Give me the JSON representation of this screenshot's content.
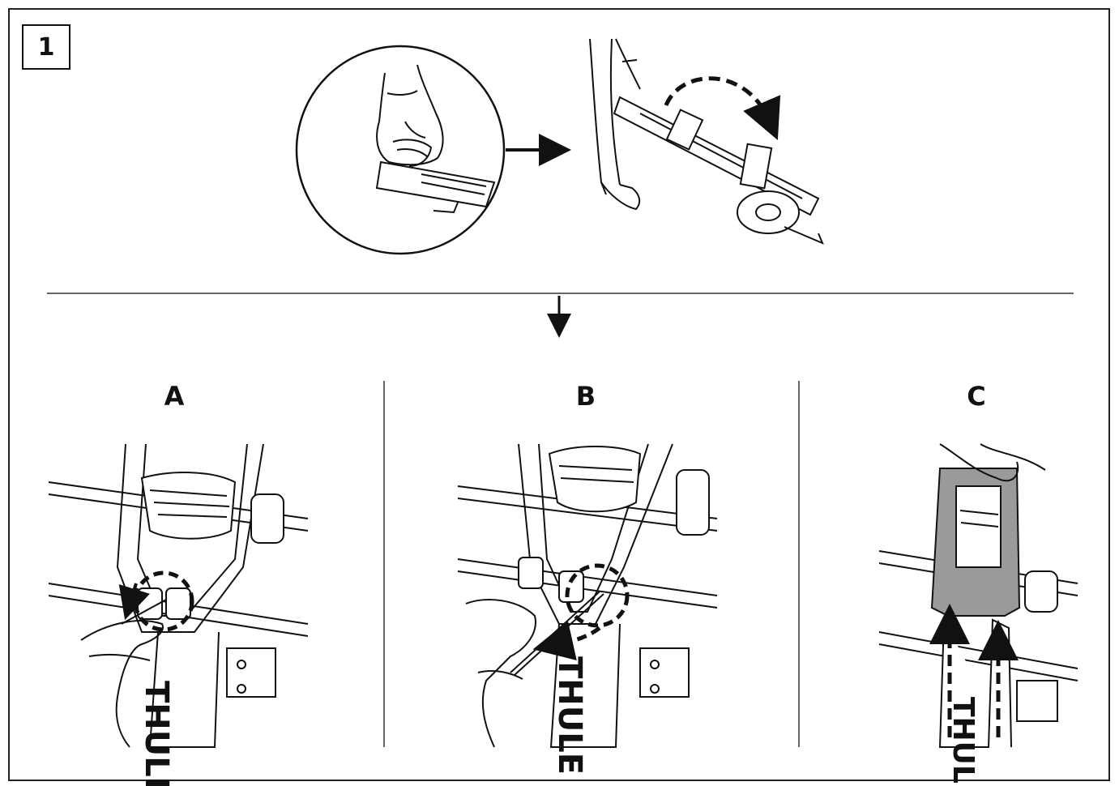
{
  "step": {
    "number": "1"
  },
  "panels": [
    {
      "label": "A"
    },
    {
      "label": "B"
    },
    {
      "label": "C"
    }
  ],
  "brand": {
    "logo_text": "THULE"
  },
  "colors": {
    "ink": "#111111",
    "grey_fill": "#9a9a9a",
    "paper": "#ffffff"
  }
}
